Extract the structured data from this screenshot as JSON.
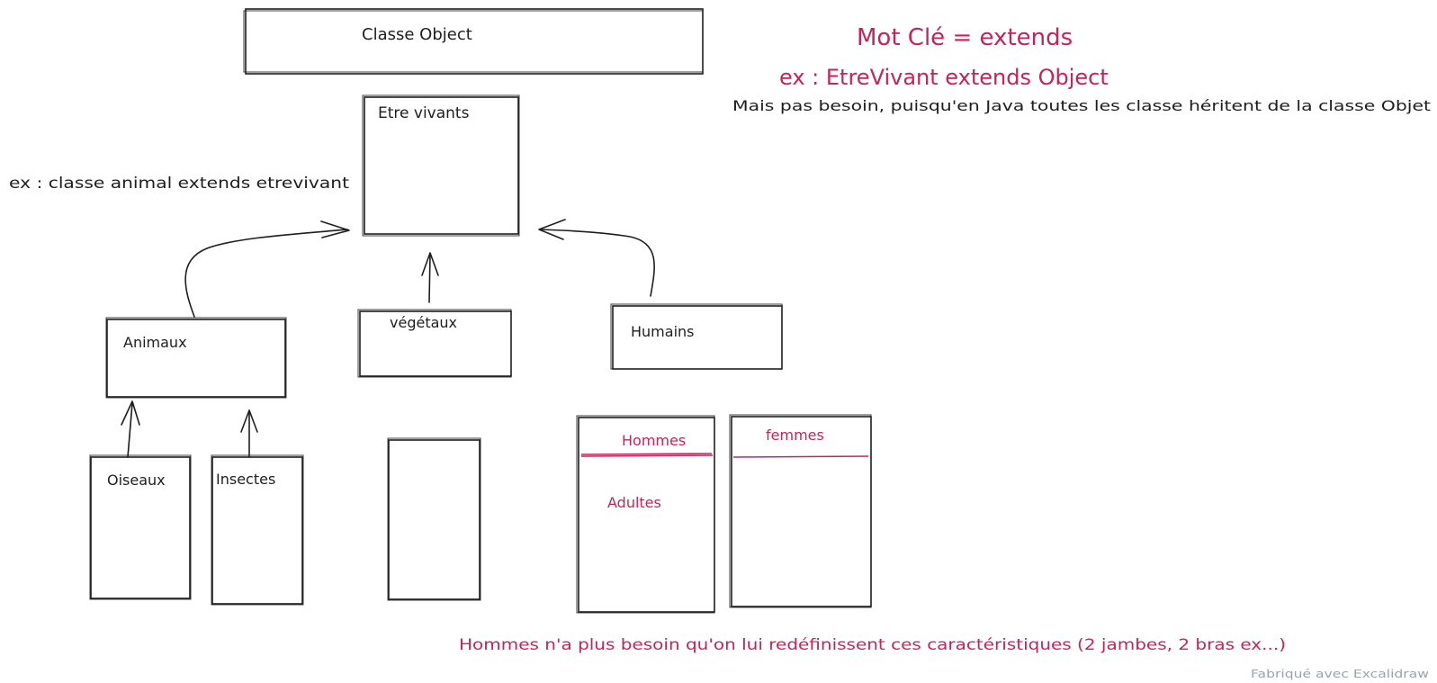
{
  "boxes": {
    "classe_object": "Classe Object",
    "etre_vivants": "Etre vivants",
    "animaux": "Animaux",
    "vegetaux": "végétaux",
    "humains": "Humains",
    "oiseaux": "Oiseaux",
    "insectes": "Insectes",
    "hommes": "Hommes",
    "adultes": "Adultes",
    "femmes": "femmes"
  },
  "notes": {
    "keyword": "Mot Clé = extends",
    "example_object": "ex : EtreVivant extends Object",
    "java_note": "Mais pas besoin, puisqu'en Java toutes les classe héritent de la classe Objet",
    "example_animal": "ex : classe animal extends etrevivant",
    "hommes_note": "Hommes n'a plus besoin qu'on lui redéfinissent ces caractéristiques (2 jambes, 2 bras ex...)"
  },
  "watermark": "Fabriqué avec Excalidraw",
  "colors": {
    "ink": "#1e1e1e",
    "accent": "#c2255c",
    "watermark": "#9aa3ad"
  }
}
